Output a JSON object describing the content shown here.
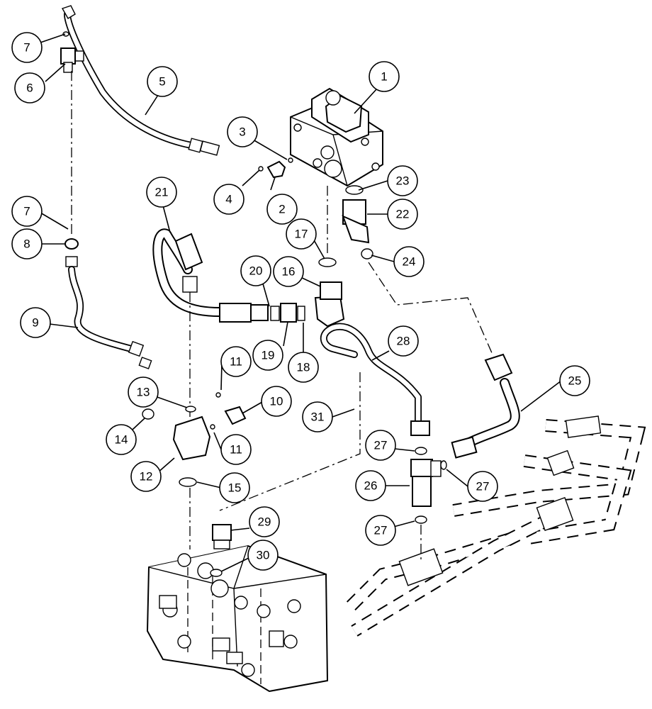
{
  "diagram": {
    "callouts": [
      {
        "id": "c1",
        "label": "1"
      },
      {
        "id": "c2",
        "label": "2"
      },
      {
        "id": "c3",
        "label": "3"
      },
      {
        "id": "c4",
        "label": "4"
      },
      {
        "id": "c5",
        "label": "5"
      },
      {
        "id": "c6",
        "label": "6"
      },
      {
        "id": "c7a",
        "label": "7"
      },
      {
        "id": "c7b",
        "label": "7"
      },
      {
        "id": "c8",
        "label": "8"
      },
      {
        "id": "c9",
        "label": "9"
      },
      {
        "id": "c10",
        "label": "10"
      },
      {
        "id": "c11a",
        "label": "11"
      },
      {
        "id": "c11b",
        "label": "11"
      },
      {
        "id": "c12",
        "label": "12"
      },
      {
        "id": "c13",
        "label": "13"
      },
      {
        "id": "c14",
        "label": "14"
      },
      {
        "id": "c15",
        "label": "15"
      },
      {
        "id": "c16",
        "label": "16"
      },
      {
        "id": "c17",
        "label": "17"
      },
      {
        "id": "c18",
        "label": "18"
      },
      {
        "id": "c19",
        "label": "19"
      },
      {
        "id": "c20",
        "label": "20"
      },
      {
        "id": "c21",
        "label": "21"
      },
      {
        "id": "c22",
        "label": "22"
      },
      {
        "id": "c23",
        "label": "23"
      },
      {
        "id": "c24",
        "label": "24"
      },
      {
        "id": "c25",
        "label": "25"
      },
      {
        "id": "c26",
        "label": "26"
      },
      {
        "id": "c27a",
        "label": "27"
      },
      {
        "id": "c27b",
        "label": "27"
      },
      {
        "id": "c27c",
        "label": "27"
      },
      {
        "id": "c28",
        "label": "28"
      },
      {
        "id": "c29",
        "label": "29"
      },
      {
        "id": "c30",
        "label": "30"
      },
      {
        "id": "c31",
        "label": "31"
      }
    ]
  }
}
